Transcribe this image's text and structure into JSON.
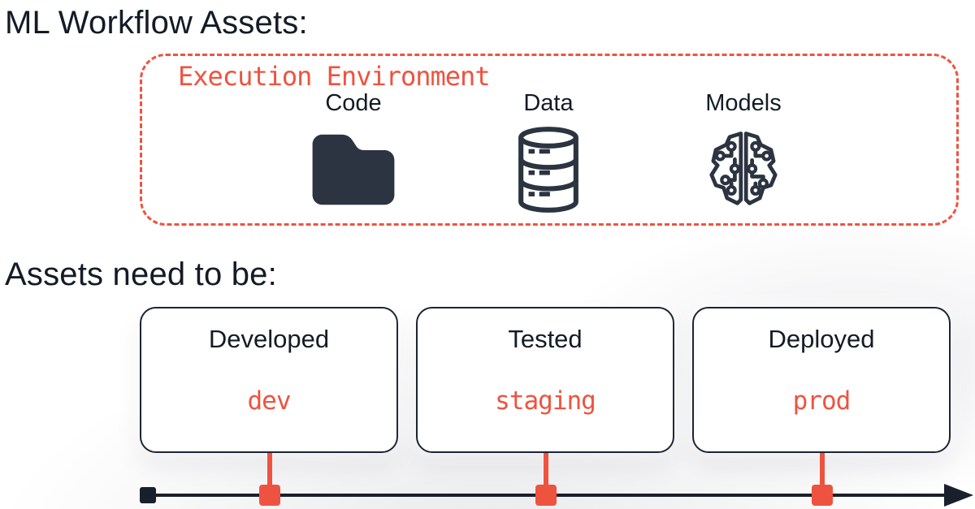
{
  "page": {
    "title": "ML Workflow Assets:",
    "subtitle": "Assets need to be:"
  },
  "environment_box": {
    "label": "Execution Environment",
    "assets": [
      {
        "label": "Code",
        "icon": "folder-icon"
      },
      {
        "label": "Data",
        "icon": "database-icon"
      },
      {
        "label": "Models",
        "icon": "brain-circuit-icon"
      }
    ]
  },
  "stages": [
    {
      "label": "Developed",
      "environment": "dev"
    },
    {
      "label": "Tested",
      "environment": "staging"
    },
    {
      "label": "Deployed",
      "environment": "prod"
    }
  ],
  "timeline": {
    "marker_count": 3,
    "direction": "left-to-right"
  },
  "colors": {
    "accent": "#ee5340",
    "ink": "#141b26",
    "icon_dark": "#2b3440",
    "timeline": "#1a202b",
    "box_border": "#1c2533"
  }
}
